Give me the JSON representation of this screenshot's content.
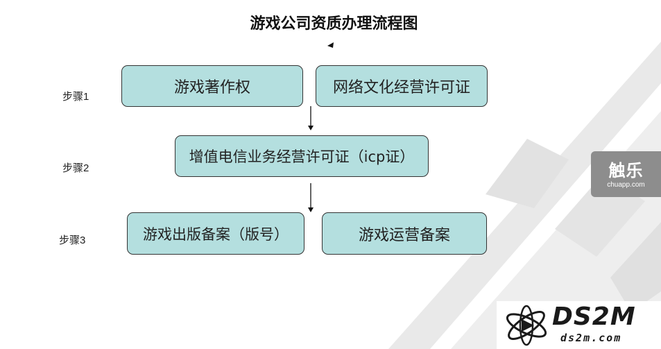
{
  "title": "游戏公司资质办理流程图",
  "steps": [
    {
      "label": "步骤1",
      "boxes": [
        "游戏著作权",
        "网络文化经营许可证"
      ]
    },
    {
      "label": "步骤2",
      "boxes": [
        "增值电信业务经营许可证（icp证）"
      ]
    },
    {
      "label": "步骤3",
      "boxes": [
        "游戏出版备案（版号）",
        "游戏运营备案"
      ]
    }
  ],
  "watermarks": {
    "chuapp_big": "触乐",
    "chuapp_small": "chuapp.com",
    "ds2m_name": "DS2M",
    "ds2m_site": "ds2m.com"
  },
  "colors": {
    "box_fill": "#b4dfdf",
    "box_border": "#333333"
  }
}
